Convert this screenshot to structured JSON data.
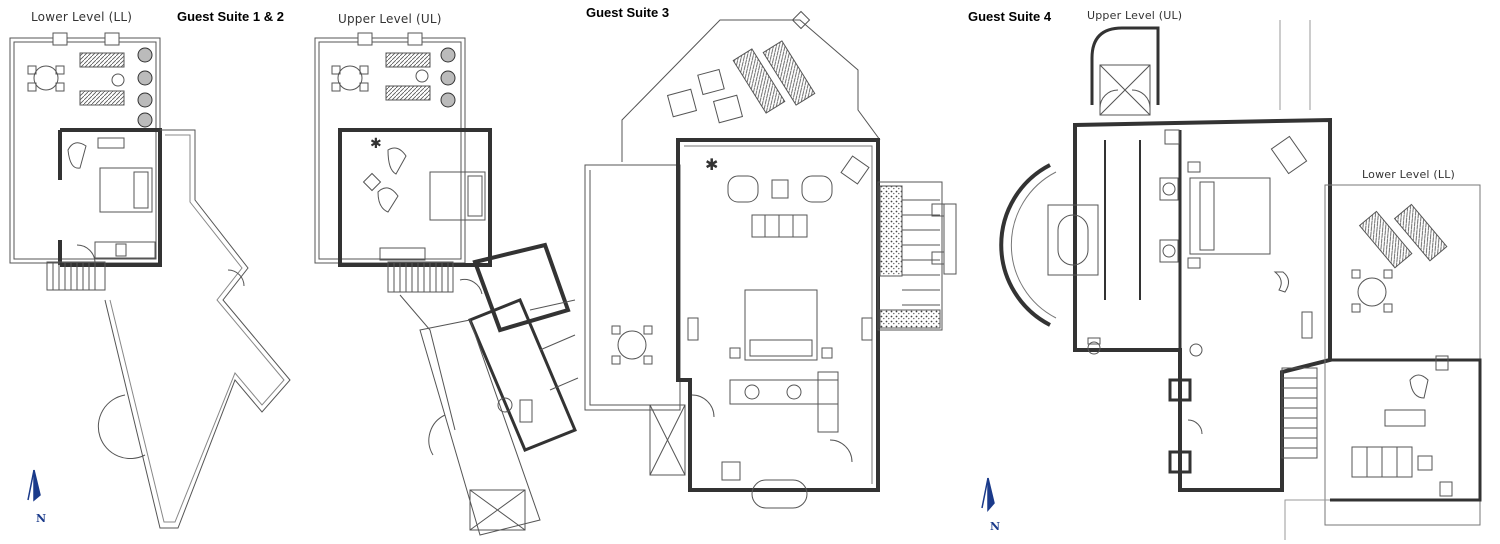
{
  "suites": [
    {
      "title": "Guest Suite 1 & 2",
      "levels": {
        "lower": "Lower Level (LL)",
        "upper": "Upper Level (UL)"
      }
    },
    {
      "title": "Guest Suite 3"
    },
    {
      "title": "Guest Suite 4",
      "levels": {
        "upper": "Upper Level (UL)",
        "lower": "Lower Level (LL)"
      }
    }
  ],
  "north_label": "N",
  "colors": {
    "wall": "#444444",
    "line": "#777777",
    "north": "#1a3a8a"
  }
}
